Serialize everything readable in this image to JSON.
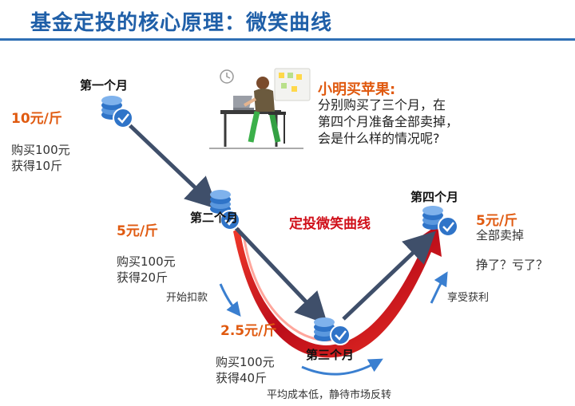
{
  "title": "基金定投的核心原理：微笑曲线",
  "story": {
    "heading": "小明买苹果:",
    "lines": [
      "分别购买了三个月，在",
      "第四个月准备全部卖掉，",
      "会是什么样的情况呢?"
    ]
  },
  "months": [
    {
      "name": "第一个月",
      "price": "10元/斤",
      "buy": "购买100元",
      "get": "获得10斤"
    },
    {
      "name": "第二个月",
      "price": "5元/斤",
      "buy": "购买100元",
      "get": "获得20斤"
    },
    {
      "name": "第三个月",
      "price": "2.5元/斤",
      "buy": "购买100元",
      "get": "获得40斤"
    },
    {
      "name": "第四个月",
      "price": "5元/斤",
      "sell": "全部卖掉",
      "question": "挣了？亏了？"
    }
  ],
  "curve_label": "定投微笑曲线",
  "annotations": {
    "start": "开始扣款",
    "profit": "享受获利",
    "bottom": "平均成本低，静待市场反转"
  },
  "colors": {
    "title": "#1f5fa8",
    "price": "#e05a10",
    "curve": "#c8101a",
    "path_arrow": "#3f4f6a",
    "coin": "#2f74c8"
  },
  "icons": [
    "coin-stack-icon",
    "check-badge-icon",
    "person-at-desk-illustration"
  ]
}
